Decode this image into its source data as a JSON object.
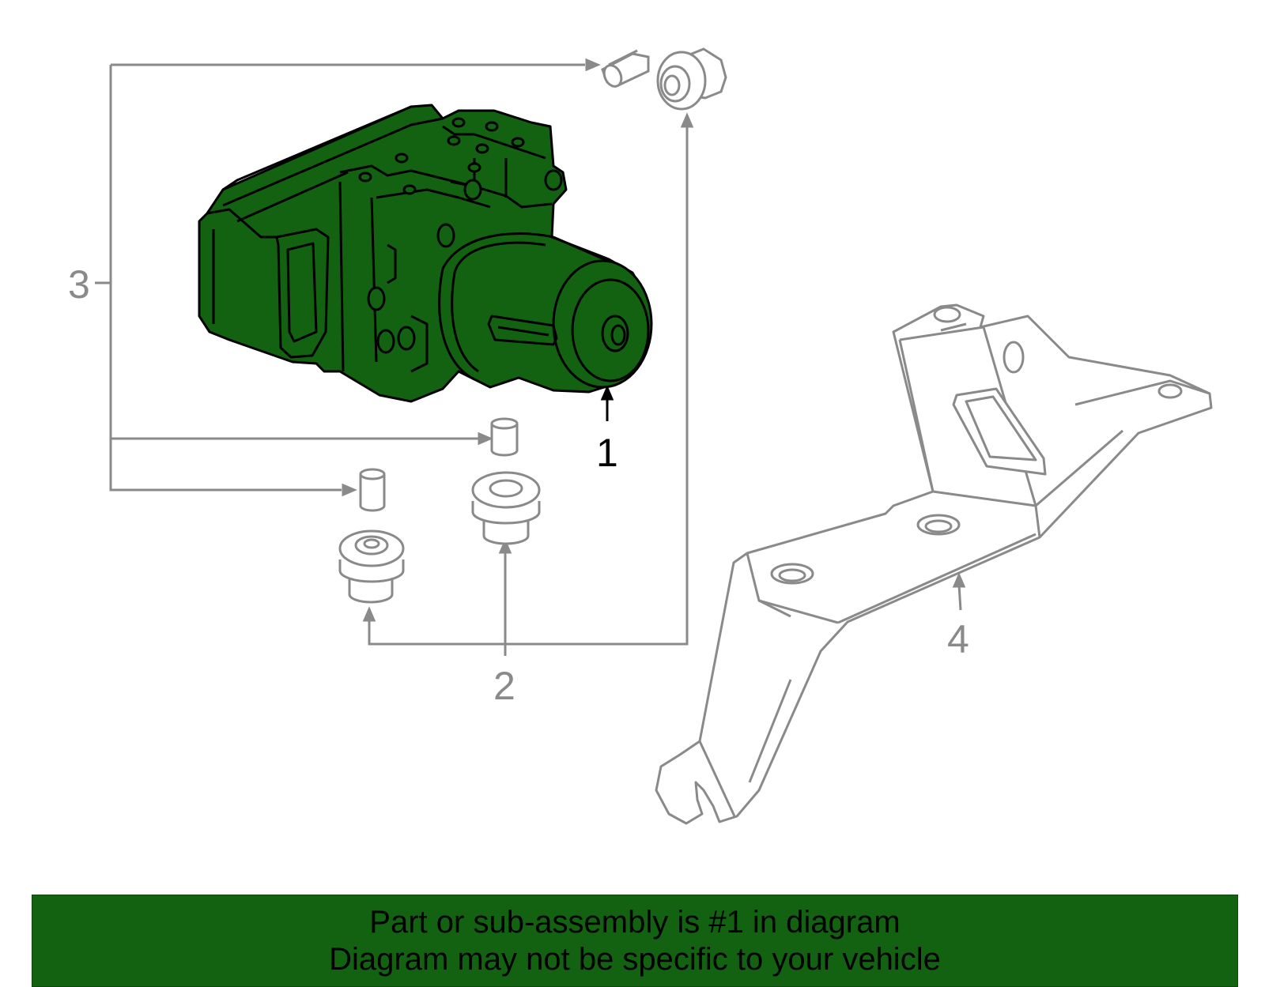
{
  "callouts": {
    "part1": "1",
    "part2": "2",
    "part3": "3",
    "part4": "4"
  },
  "banner": {
    "line1": "Part or sub-assembly is #1 in diagram",
    "line2": "Diagram may not be specific to your vehicle"
  },
  "colors": {
    "highlight": "#126212",
    "linework": "#8a8a8a",
    "outline": "#000000"
  }
}
